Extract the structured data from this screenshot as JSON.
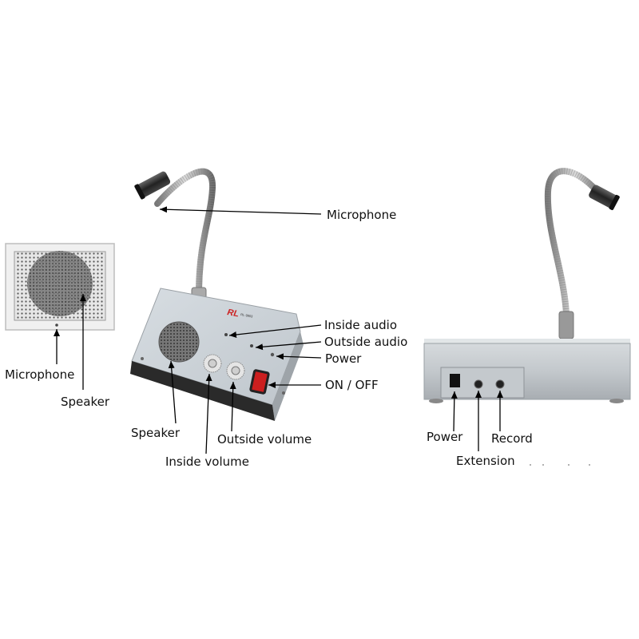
{
  "brand": "RL",
  "model": "RL-9903",
  "colors": {
    "arrow": "#000000",
    "panel": "#d9dde0",
    "body": "#c9ced3",
    "switch": "#cc1f1f"
  },
  "wall_unit": {
    "labels": {
      "microphone": "Microphone",
      "speaker": "Speaker"
    }
  },
  "front_unit": {
    "labels": {
      "microphone": "Microphone",
      "inside_audio": "Inside audio",
      "outside_audio": "Outside audio",
      "power": "Power",
      "on_off": "ON / OFF",
      "speaker": "Speaker",
      "outside_volume": "Outside volume",
      "inside_volume": "Inside volume"
    }
  },
  "rear_unit": {
    "labels": {
      "power": "Power",
      "extension": "Extension",
      "record": "Record"
    }
  }
}
